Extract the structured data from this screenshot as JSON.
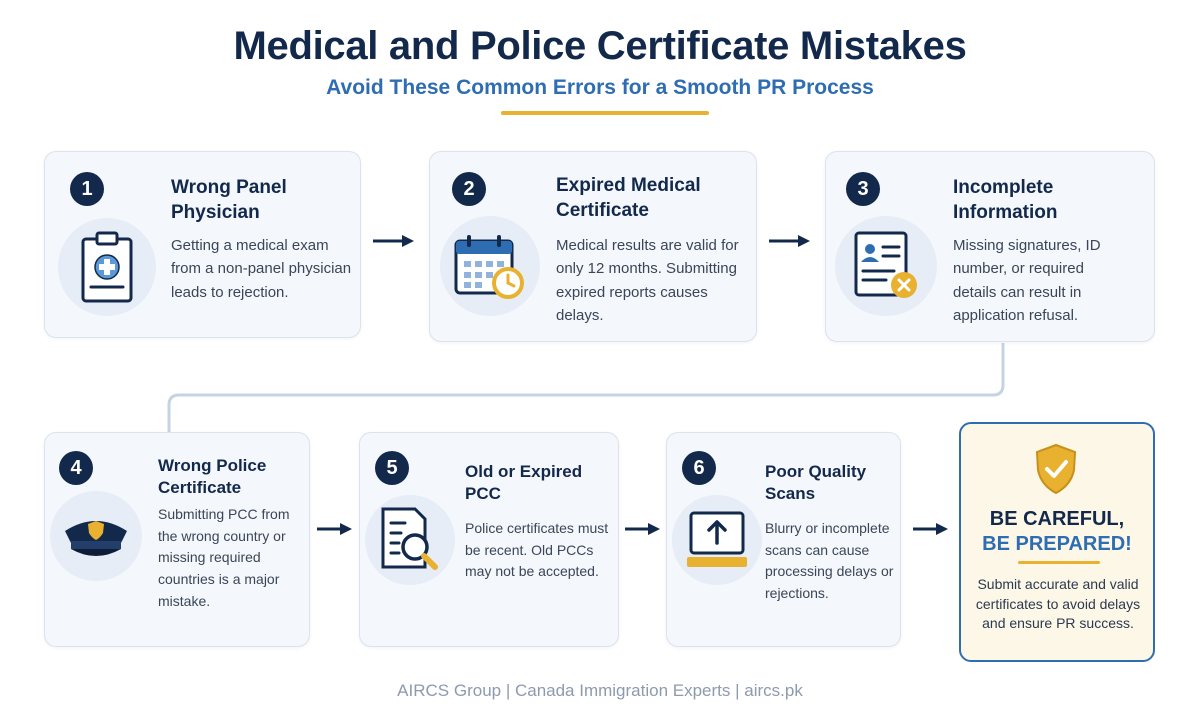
{
  "header": {
    "title": "Medical and Police Certificate Mistakes",
    "subtitle": "Avoid These Common Errors for a Smooth PR Process"
  },
  "steps": [
    {
      "number": "1",
      "title": "Wrong Panel Physician",
      "description": "Getting a medical exam from a non-panel physician leads to rejection.",
      "icon": "medical-clipboard-icon"
    },
    {
      "number": "2",
      "title": "Expired Medical Certificate",
      "description": "Medical results are valid for only 12 months. Submitting expired reports causes delays.",
      "icon": "calendar-clock-icon"
    },
    {
      "number": "3",
      "title": "Incomplete Information",
      "description": "Missing signatures, ID number, or required details can result in application refusal.",
      "icon": "id-card-error-icon"
    },
    {
      "number": "4",
      "title": "Wrong Police Certificate",
      "description": "Submitting PCC from the wrong country or missing required countries is a major mistake.",
      "icon": "police-cap-icon"
    },
    {
      "number": "5",
      "title": "Old or Expired PCC",
      "description": "Police certificates must be recent. Old PCCs may not be accepted.",
      "icon": "document-search-icon"
    },
    {
      "number": "6",
      "title": "Poor Quality Scans",
      "description": "Blurry or incomplete scans can cause processing delays or rejections.",
      "icon": "scanner-icon"
    }
  ],
  "final": {
    "line1": "BE CAREFUL,",
    "line2": "BE PREPARED!",
    "description": "Submit accurate and valid certificates to avoid delays and ensure PR success.",
    "icon": "shield-check-icon"
  },
  "footer": "AIRCS Group | Canada Immigration Experts | aircs.pk",
  "colors": {
    "navy": "#13294b",
    "blue": "#2f6db3",
    "gold": "#e9b130",
    "card": "#f4f7fb"
  }
}
